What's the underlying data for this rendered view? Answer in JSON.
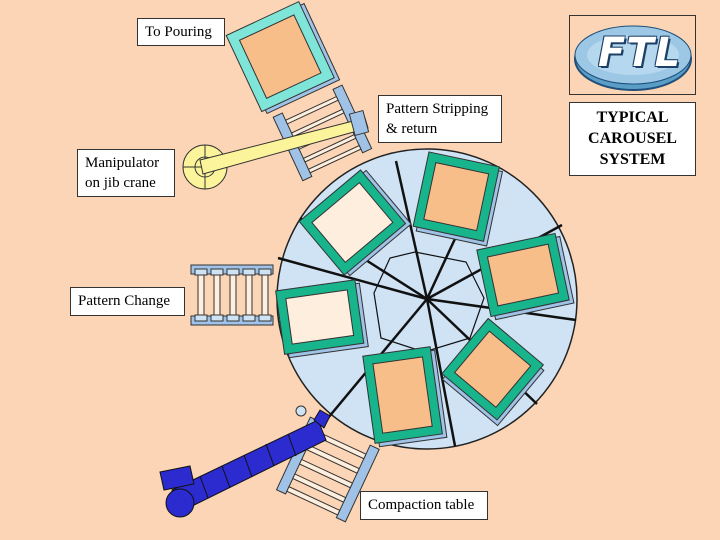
{
  "labels": {
    "to_pouring": "To Pouring",
    "pattern_stripping_line1": "Pattern Stripping",
    "pattern_stripping_line2": "& return",
    "manipulator_line1": "Manipulator",
    "manipulator_line2": "on jib crane",
    "pattern_change": "Pattern Change",
    "compaction_table": "Compaction table"
  },
  "title": {
    "line1": "TYPICAL",
    "line2": "CAROUSEL",
    "line3": "SYSTEM"
  },
  "logo": {
    "text": "FTL",
    "icon": "ftl-logo"
  },
  "colors": {
    "background": "#fbd5b5",
    "carousel": "#cfe3f5",
    "frame_green": "#18b48c",
    "mould_orange": "#f8be8a",
    "mould_cream": "#fdeedd",
    "conveyor_blue": "#2b2bd0",
    "jib_yellow": "#fbf49a"
  }
}
